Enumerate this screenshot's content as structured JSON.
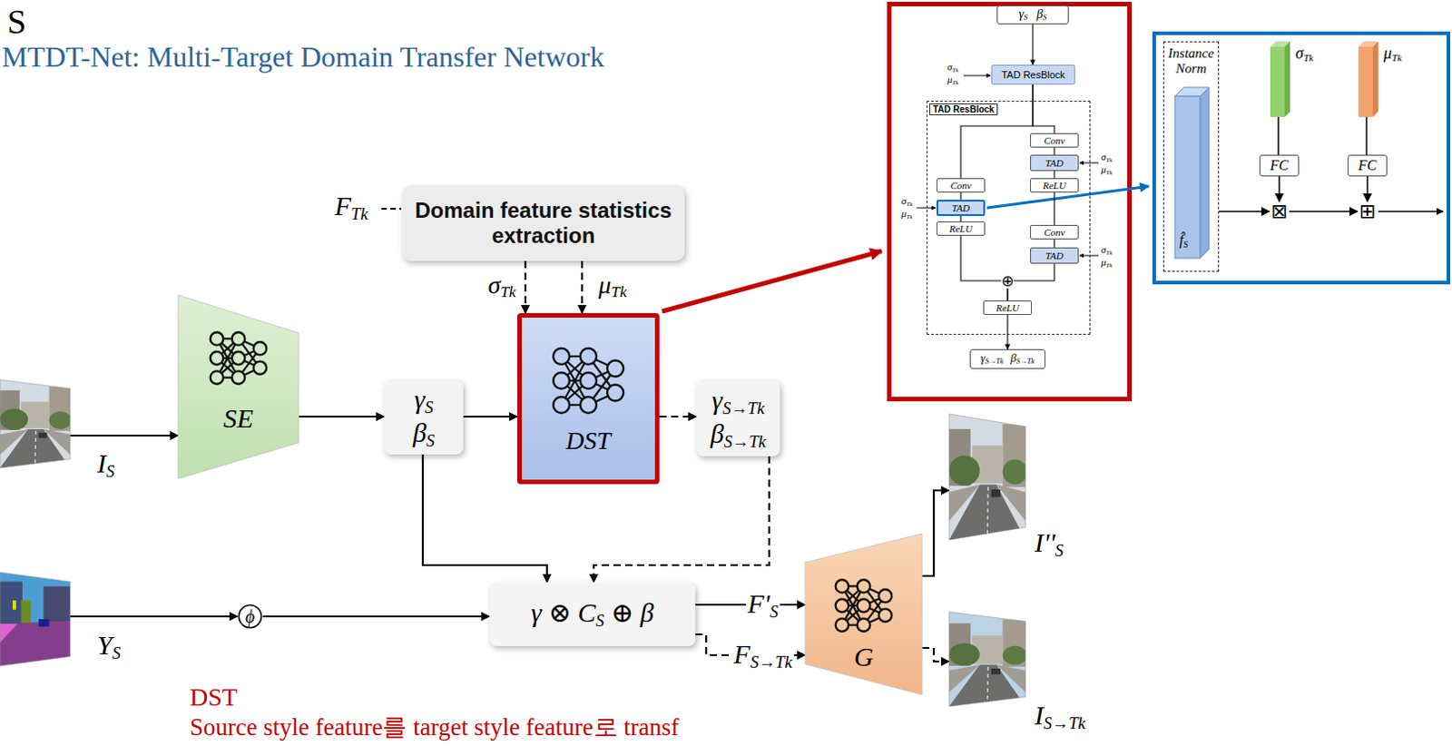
{
  "diagram": {
    "title": "MTDT-Net: Multi-Target Domain Transfer Network",
    "nodes": [
      {
        "text": [
          "Domain feature statistics extraction"
        ]
      },
      {
        "text": [
          "IS"
        ]
      },
      {
        "text": [
          "SE"
        ]
      },
      {
        "text": [
          "γS",
          "βS"
        ]
      },
      {
        "text": [
          "DST"
        ]
      },
      {
        "text": [
          "γS→Tk",
          "βS→Tk"
        ]
      },
      {
        "text": [
          "YS"
        ]
      },
      {
        "text": [
          "ϕ"
        ]
      },
      {
        "text": [
          "γ ⊗ CS ⊕ β"
        ]
      },
      {
        "text": [
          "G"
        ]
      },
      {
        "text": [
          "I''S"
        ]
      },
      {
        "text": [
          "IS→Tk"
        ]
      },
      {
        "text": [
          "γS",
          "βS"
        ]
      },
      {
        "text": [
          "TAD ResBlock"
        ]
      },
      {
        "text": [
          "TAD ResBlock"
        ]
      },
      {
        "text": [
          "Conv"
        ],
        "in": 14
      },
      {
        "text": [
          "TAD"
        ],
        "in": 14
      },
      {
        "text": [
          "ReLU"
        ],
        "in": 14
      },
      {
        "text": [
          "Conv"
        ],
        "in": 14
      },
      {
        "text": [
          "TAD"
        ],
        "in": 14
      },
      {
        "text": [
          "ReLU"
        ],
        "in": 14
      },
      {
        "text": [
          "Conv"
        ],
        "in": 14
      },
      {
        "text": [
          "TAD"
        ],
        "in": 14
      },
      {
        "text": [
          "ReLU"
        ],
        "in": 14
      },
      {
        "text": [
          "γS→Tk",
          "βS→Tk"
        ]
      },
      {
        "text": [
          "Instance Norm",
          "f̂S"
        ]
      },
      {
        "text": [
          "σTk"
        ]
      },
      {
        "text": [
          "FC"
        ]
      },
      {
        "text": [
          "μTk"
        ]
      },
      {
        "text": [
          "FC"
        ]
      },
      {
        "text": [
          "⊠"
        ]
      },
      {
        "text": [
          "⊞"
        ]
      }
    ],
    "edges": [
      {
        "from": 1,
        "to": 2,
        "arrow": "to"
      },
      {
        "from": 2,
        "to": 3,
        "arrow": "to"
      },
      {
        "from": 3,
        "to": 4,
        "arrow": "to"
      },
      {
        "from": 4,
        "to": 5,
        "arrow": "to"
      },
      {
        "from": 0,
        "to": 4,
        "arrow": "to",
        "label": "σTk"
      },
      {
        "from": 0,
        "to": 4,
        "arrow": "to",
        "label": "μTk"
      },
      {
        "from": 6,
        "to": 7,
        "arrow": "to"
      },
      {
        "from": 7,
        "to": 8,
        "arrow": "to"
      },
      {
        "from": 3,
        "to": 8,
        "arrow": "to"
      },
      {
        "from": 5,
        "to": 8,
        "arrow": "to"
      },
      {
        "from": 8,
        "to": 9,
        "arrow": "to",
        "label": "F'S"
      },
      {
        "from": 8,
        "to": 9,
        "arrow": "to",
        "label": "FS→Tk"
      },
      {
        "from": 9,
        "to": 10,
        "arrow": "to"
      },
      {
        "from": 9,
        "to": 11,
        "arrow": "to"
      },
      {
        "from": 12,
        "to": 13,
        "arrow": "to"
      },
      {
        "from": 13,
        "to": 15,
        "arrow": "none"
      },
      {
        "from": 13,
        "to": 18,
        "arrow": "none"
      },
      {
        "from": 15,
        "to": 16,
        "arrow": "none"
      },
      {
        "from": 16,
        "to": 17,
        "arrow": "none"
      },
      {
        "from": 18,
        "to": 19,
        "arrow": "none"
      },
      {
        "from": 19,
        "to": 20,
        "arrow": "none"
      },
      {
        "from": 20,
        "to": 21,
        "arrow": "none"
      },
      {
        "from": 21,
        "to": 22,
        "arrow": "none"
      },
      {
        "from": 17,
        "to": 23,
        "arrow": "none"
      },
      {
        "from": 22,
        "to": 23,
        "arrow": "none"
      },
      {
        "from": 23,
        "to": 24,
        "arrow": "to"
      },
      {
        "from": 25,
        "to": 30,
        "arrow": "to"
      },
      {
        "from": 26,
        "to": 27,
        "arrow": "none"
      },
      {
        "from": 27,
        "to": 30,
        "arrow": "to"
      },
      {
        "from": 28,
        "to": 29,
        "arrow": "none"
      },
      {
        "from": 29,
        "to": 31,
        "arrow": "to"
      },
      {
        "from": 30,
        "to": 31,
        "arrow": "to"
      }
    ],
    "labels": [
      "S",
      "FTk",
      "σTk",
      "μTk",
      "σTk",
      "μTk",
      "σTk",
      "μTk",
      "σTk",
      "μTk",
      "⊕",
      "DST",
      "Source style feature를 target style feature로 transf"
    ]
  }
}
